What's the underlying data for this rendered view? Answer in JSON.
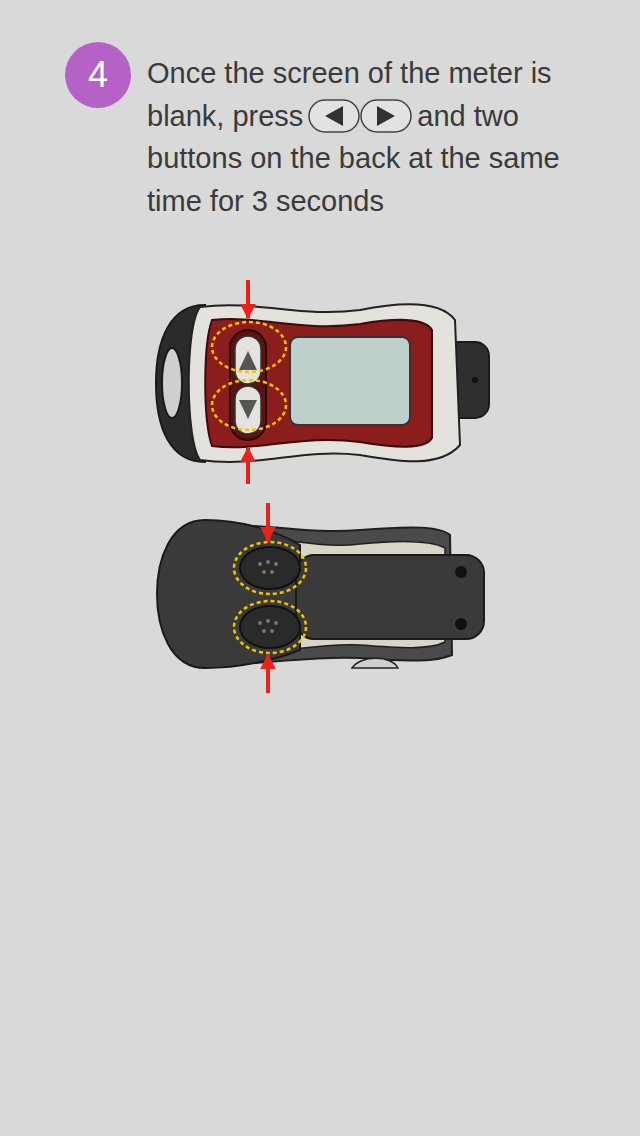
{
  "diagram": {
    "nodes": [
      {
        "text": [
          "4"
        ]
      }
    ],
    "labels": [
      "Once the screen of the meter is blank, press",
      "and two buttons on the back at the same time for 3 seconds"
    ]
  }
}
